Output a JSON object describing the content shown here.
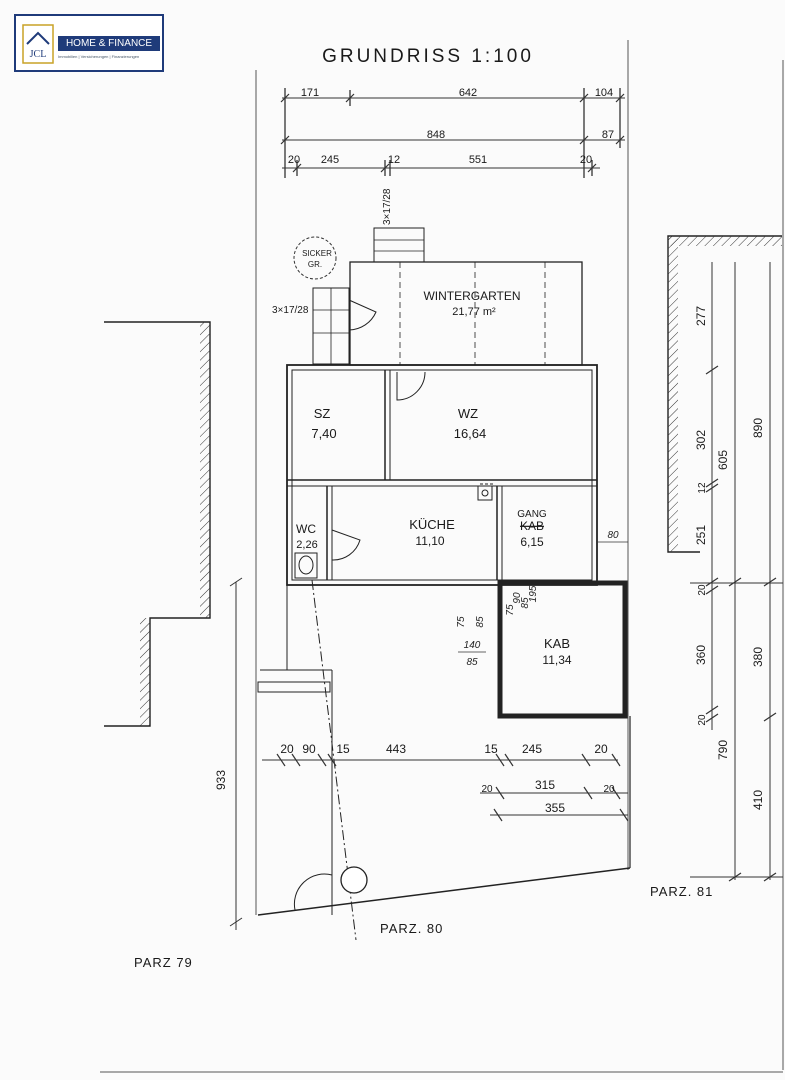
{
  "logo": {
    "letters": "JCL",
    "name": "HOME & FINANCE",
    "tagline": "Immobilien | Versicherungen | Finanzierungen"
  },
  "title": "GRUNDRISS   1:100",
  "top_dims": {
    "row1": [
      "171",
      "642",
      "104"
    ],
    "row2": [
      "848",
      "87"
    ],
    "row3": [
      "20",
      "245",
      "12",
      "551",
      "20"
    ]
  },
  "rooms": {
    "wintergarten": {
      "name": "WINTERGARTEN",
      "area": "21,77 m²"
    },
    "sz": {
      "name": "SZ",
      "area": "7,40"
    },
    "wz": {
      "name": "WZ",
      "area": "16,64"
    },
    "kueche": {
      "name": "KÜCHE",
      "area": "11,10"
    },
    "gang": {
      "name": "GANG",
      "sub": "KAB",
      "area": "6,15"
    },
    "wc": {
      "name": "WC",
      "area": "2,26"
    },
    "kab": {
      "name": "KAB",
      "area": "11,34"
    }
  },
  "sickergrube": [
    "SICKER",
    "GR."
  ],
  "stairs": {
    "top": "3×17/28",
    "left": "3×17/28"
  },
  "openings": {
    "o1": [
      "75",
      "85"
    ],
    "o2": [
      "140",
      "85"
    ],
    "o3": [
      "75",
      "90",
      "85",
      "195"
    ],
    "gang_width": "80"
  },
  "mid_dims": [
    "20",
    "90",
    "15",
    "443",
    "15",
    "245",
    "20"
  ],
  "kab_dims": {
    "w1": [
      "20",
      "315",
      "20"
    ],
    "w2": "355"
  },
  "left_dim": "933",
  "right_dims": {
    "inner": [
      "277",
      "302",
      "12",
      "251",
      "20",
      "360",
      "20"
    ],
    "mid": [
      "605",
      "790"
    ],
    "outer": [
      "890",
      "380",
      "410"
    ]
  },
  "parcels": {
    "p79": "PARZ 79",
    "p80": "PARZ. 80",
    "p81": "PARZ. 81"
  }
}
